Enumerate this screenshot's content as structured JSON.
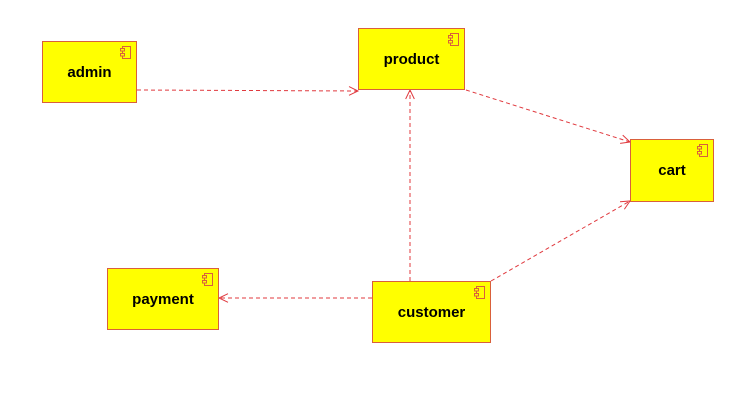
{
  "diagram": {
    "colors": {
      "component_fill": "#ffff00",
      "component_border": "#d9603b",
      "edge": "#e0393e",
      "label": "#000000"
    },
    "components": [
      {
        "id": "admin",
        "label": "admin",
        "icon": "uml-component-icon"
      },
      {
        "id": "product",
        "label": "product",
        "icon": "uml-component-icon"
      },
      {
        "id": "cart",
        "label": "cart",
        "icon": "uml-component-icon"
      },
      {
        "id": "payment",
        "label": "payment",
        "icon": "uml-component-icon"
      },
      {
        "id": "customer",
        "label": "customer",
        "icon": "uml-component-icon"
      }
    ],
    "dependencies": [
      {
        "from": "admin",
        "to": "product",
        "style": "dashed",
        "arrow": "open"
      },
      {
        "from": "product",
        "to": "cart",
        "style": "dashed",
        "arrow": "open"
      },
      {
        "from": "customer",
        "to": "product",
        "style": "dashed",
        "arrow": "open"
      },
      {
        "from": "customer",
        "to": "cart",
        "style": "dashed",
        "arrow": "open"
      },
      {
        "from": "customer",
        "to": "payment",
        "style": "dashed",
        "arrow": "open"
      }
    ]
  }
}
